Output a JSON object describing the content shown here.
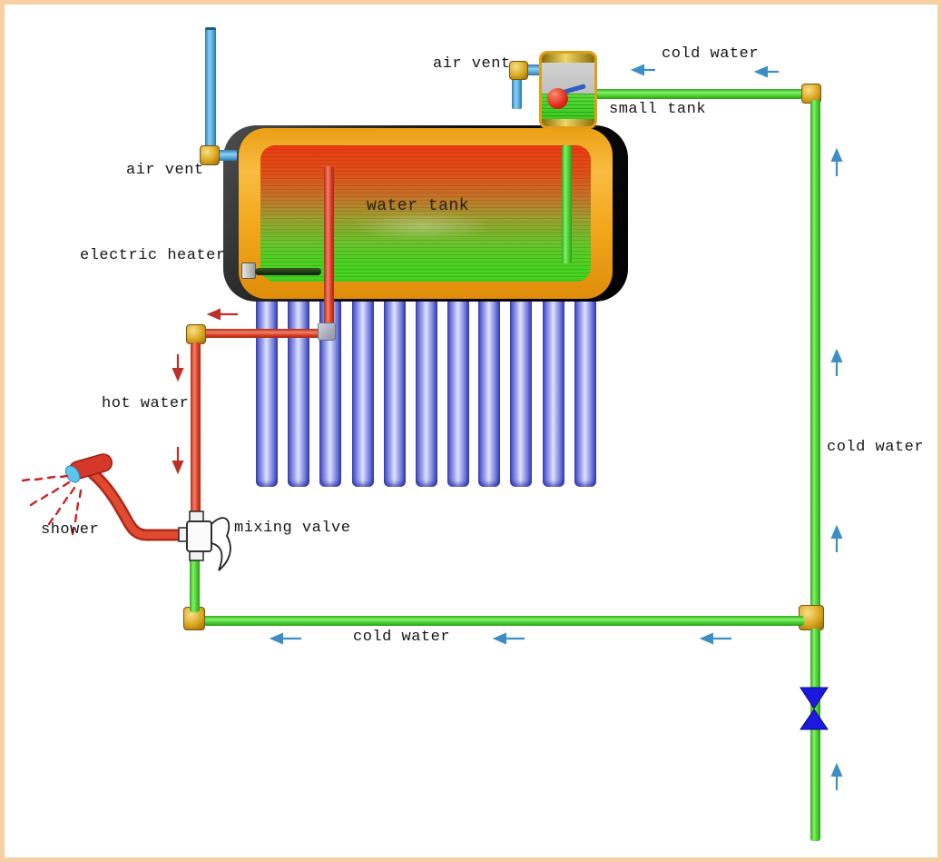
{
  "labels": {
    "air_vent_top": "air vent",
    "cold_water_top": "cold water",
    "small_tank": "small tank",
    "air_vent_left": "air vent",
    "electric_heater": "electric heater",
    "water_tank": "water tank",
    "hot_water": "hot water",
    "shower": "shower",
    "mixing_valve": "mixing valve",
    "cold_water_bottom": "cold water",
    "cold_water_right": "cold water"
  },
  "colors": {
    "frame_border": "#f6cfa4",
    "tank_shell_orange": "#f3a91e",
    "tank_hot_top": "#ea3c10",
    "tank_cold_bottom": "#3fd41f",
    "vacuum_tube_blue": "#6b74d8",
    "cold_pipe_green": "#55d83c",
    "hot_pipe_red": "#d93d24",
    "air_vent_pipe_blue": "#55aadc",
    "brass_fitting": "#d9a61e",
    "flow_arrow_blue": "#3e8ec6",
    "flow_arrow_red": "#bb3028",
    "shutoff_valve_blue": "#1c18e0",
    "float_ball_red": "#d42418"
  },
  "components": {
    "vacuum_tube_count": 11
  }
}
